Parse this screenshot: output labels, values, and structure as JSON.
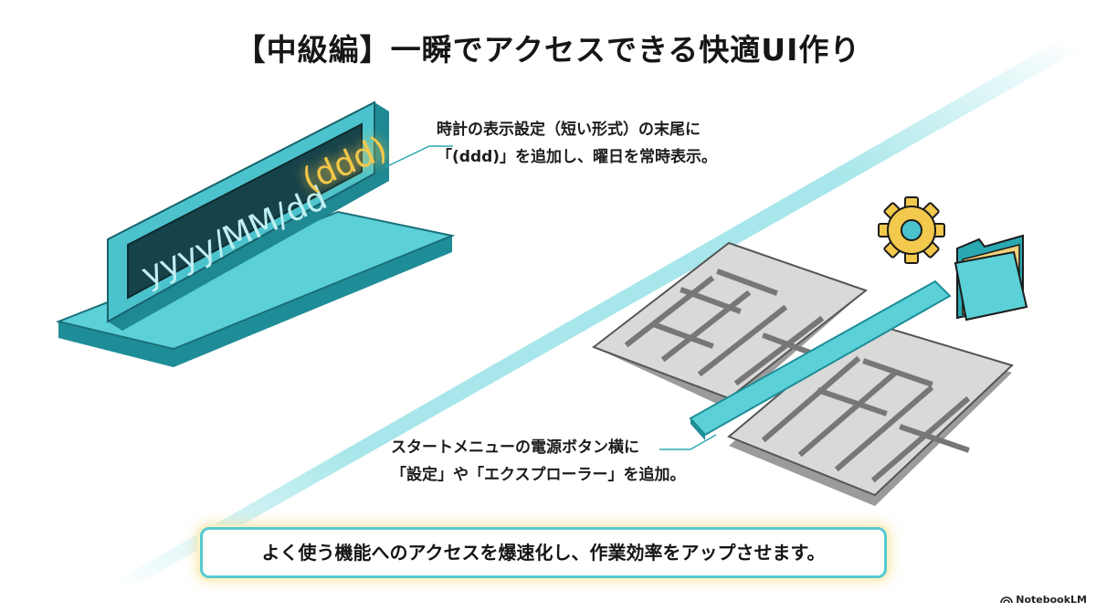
{
  "title": "【中級編】一瞬でアクセスできる快適UI作り",
  "clock_display": {
    "format_text": "yyyy/MM/dd",
    "weekday_text": "(ddd)"
  },
  "callouts": {
    "clock": {
      "line1": "時計の表示設定（短い形式）の末尾に",
      "line2": "「(ddd)」を追加し、曜日を常時表示。"
    },
    "start_menu": {
      "line1": "スタートメニューの電源ボタン横に",
      "line2": "「設定」や「エクスプローラー」を追加。"
    }
  },
  "banner_text": "よく使う機能へのアクセスを爆速化し、作業効率をアップさせます。",
  "branding": "NotebookLM",
  "icons": [
    "gear-icon",
    "folder-icon",
    "maze-illustration",
    "notebooklm-logo-icon"
  ],
  "colors": {
    "teal": "#4cc3cc",
    "teal_dark": "#1c7f8c",
    "display_bg": "#16424a",
    "glow_yellow": "#f7c948",
    "maze_gray": "#c9c9c9"
  }
}
